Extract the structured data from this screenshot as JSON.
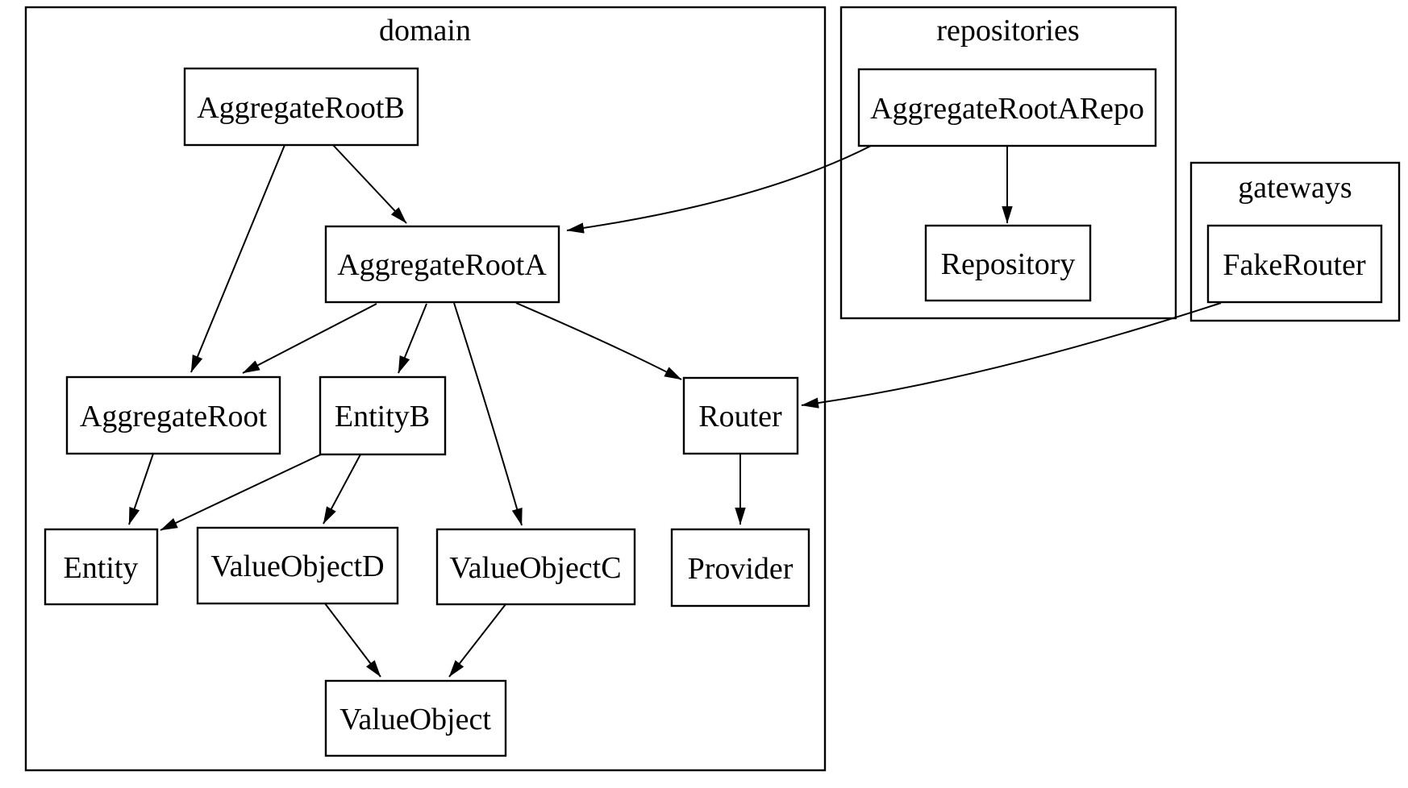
{
  "diagram": {
    "type": "dependency-graph",
    "colors": {
      "stroke": "#000000",
      "background": "#ffffff",
      "text": "#000000"
    },
    "clusters": [
      {
        "id": "domain",
        "label": "domain"
      },
      {
        "id": "repositories",
        "label": "repositories"
      },
      {
        "id": "gateways",
        "label": "gateways"
      }
    ],
    "nodes": [
      {
        "id": "AggregateRootB",
        "label": "AggregateRootB",
        "cluster": "domain"
      },
      {
        "id": "AggregateRootA",
        "label": "AggregateRootA",
        "cluster": "domain"
      },
      {
        "id": "AggregateRoot",
        "label": "AggregateRoot",
        "cluster": "domain"
      },
      {
        "id": "EntityB",
        "label": "EntityB",
        "cluster": "domain"
      },
      {
        "id": "Entity",
        "label": "Entity",
        "cluster": "domain"
      },
      {
        "id": "ValueObjectD",
        "label": "ValueObjectD",
        "cluster": "domain"
      },
      {
        "id": "ValueObjectC",
        "label": "ValueObjectC",
        "cluster": "domain"
      },
      {
        "id": "ValueObject",
        "label": "ValueObject",
        "cluster": "domain"
      },
      {
        "id": "Router",
        "label": "Router",
        "cluster": "domain"
      },
      {
        "id": "Provider",
        "label": "Provider",
        "cluster": "domain"
      },
      {
        "id": "AggregateRootARepo",
        "label": "AggregateRootARepo",
        "cluster": "repositories"
      },
      {
        "id": "Repository",
        "label": "Repository",
        "cluster": "repositories"
      },
      {
        "id": "FakeRouter",
        "label": "FakeRouter",
        "cluster": "gateways"
      }
    ],
    "edges": [
      {
        "from": "AggregateRootB",
        "to": "AggregateRoot"
      },
      {
        "from": "AggregateRootB",
        "to": "AggregateRootA"
      },
      {
        "from": "AggregateRootARepo",
        "to": "AggregateRootA"
      },
      {
        "from": "AggregateRootARepo",
        "to": "Repository"
      },
      {
        "from": "AggregateRootA",
        "to": "AggregateRoot"
      },
      {
        "from": "AggregateRootA",
        "to": "EntityB"
      },
      {
        "from": "AggregateRootA",
        "to": "ValueObjectC"
      },
      {
        "from": "AggregateRootA",
        "to": "Router"
      },
      {
        "from": "FakeRouter",
        "to": "Router"
      },
      {
        "from": "AggregateRoot",
        "to": "Entity"
      },
      {
        "from": "EntityB",
        "to": "Entity"
      },
      {
        "from": "EntityB",
        "to": "ValueObjectD"
      },
      {
        "from": "ValueObjectD",
        "to": "ValueObject"
      },
      {
        "from": "ValueObjectC",
        "to": "ValueObject"
      },
      {
        "from": "Router",
        "to": "Provider"
      }
    ]
  }
}
